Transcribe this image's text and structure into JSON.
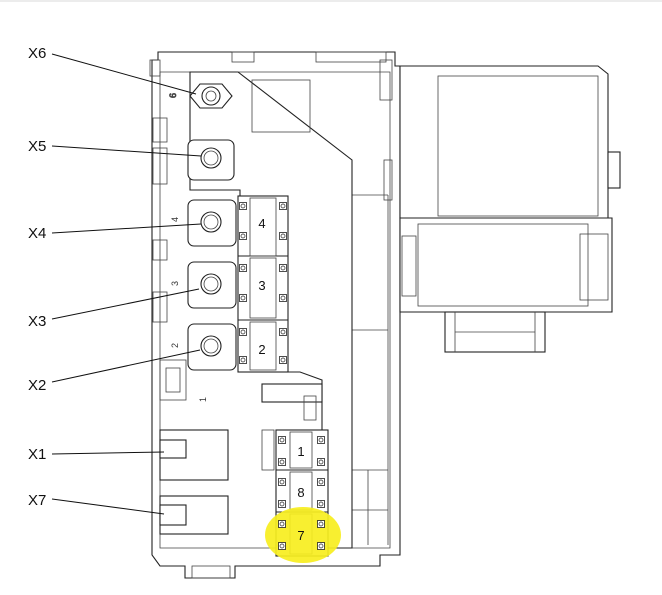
{
  "callouts": [
    {
      "id": "x6",
      "label": "X6"
    },
    {
      "id": "x5",
      "label": "X5"
    },
    {
      "id": "x4",
      "label": "X4"
    },
    {
      "id": "x3",
      "label": "X3"
    },
    {
      "id": "x2",
      "label": "X2"
    },
    {
      "id": "x1",
      "label": "X1"
    },
    {
      "id": "x7",
      "label": "X7"
    }
  ],
  "slots": [
    {
      "id": "4",
      "label": "4"
    },
    {
      "id": "3",
      "label": "3"
    },
    {
      "id": "2",
      "label": "2"
    },
    {
      "id": "1",
      "label": "1"
    },
    {
      "id": "8",
      "label": "8"
    },
    {
      "id": "7",
      "label": "7",
      "highlighted": true
    }
  ],
  "stud_marks": {
    "x6": "6",
    "x4": "4",
    "x3": "3",
    "x2": "2",
    "x1": "1"
  },
  "colors": {
    "highlight": "#f7ee1e",
    "line": "#222222",
    "background": "#ffffff"
  }
}
